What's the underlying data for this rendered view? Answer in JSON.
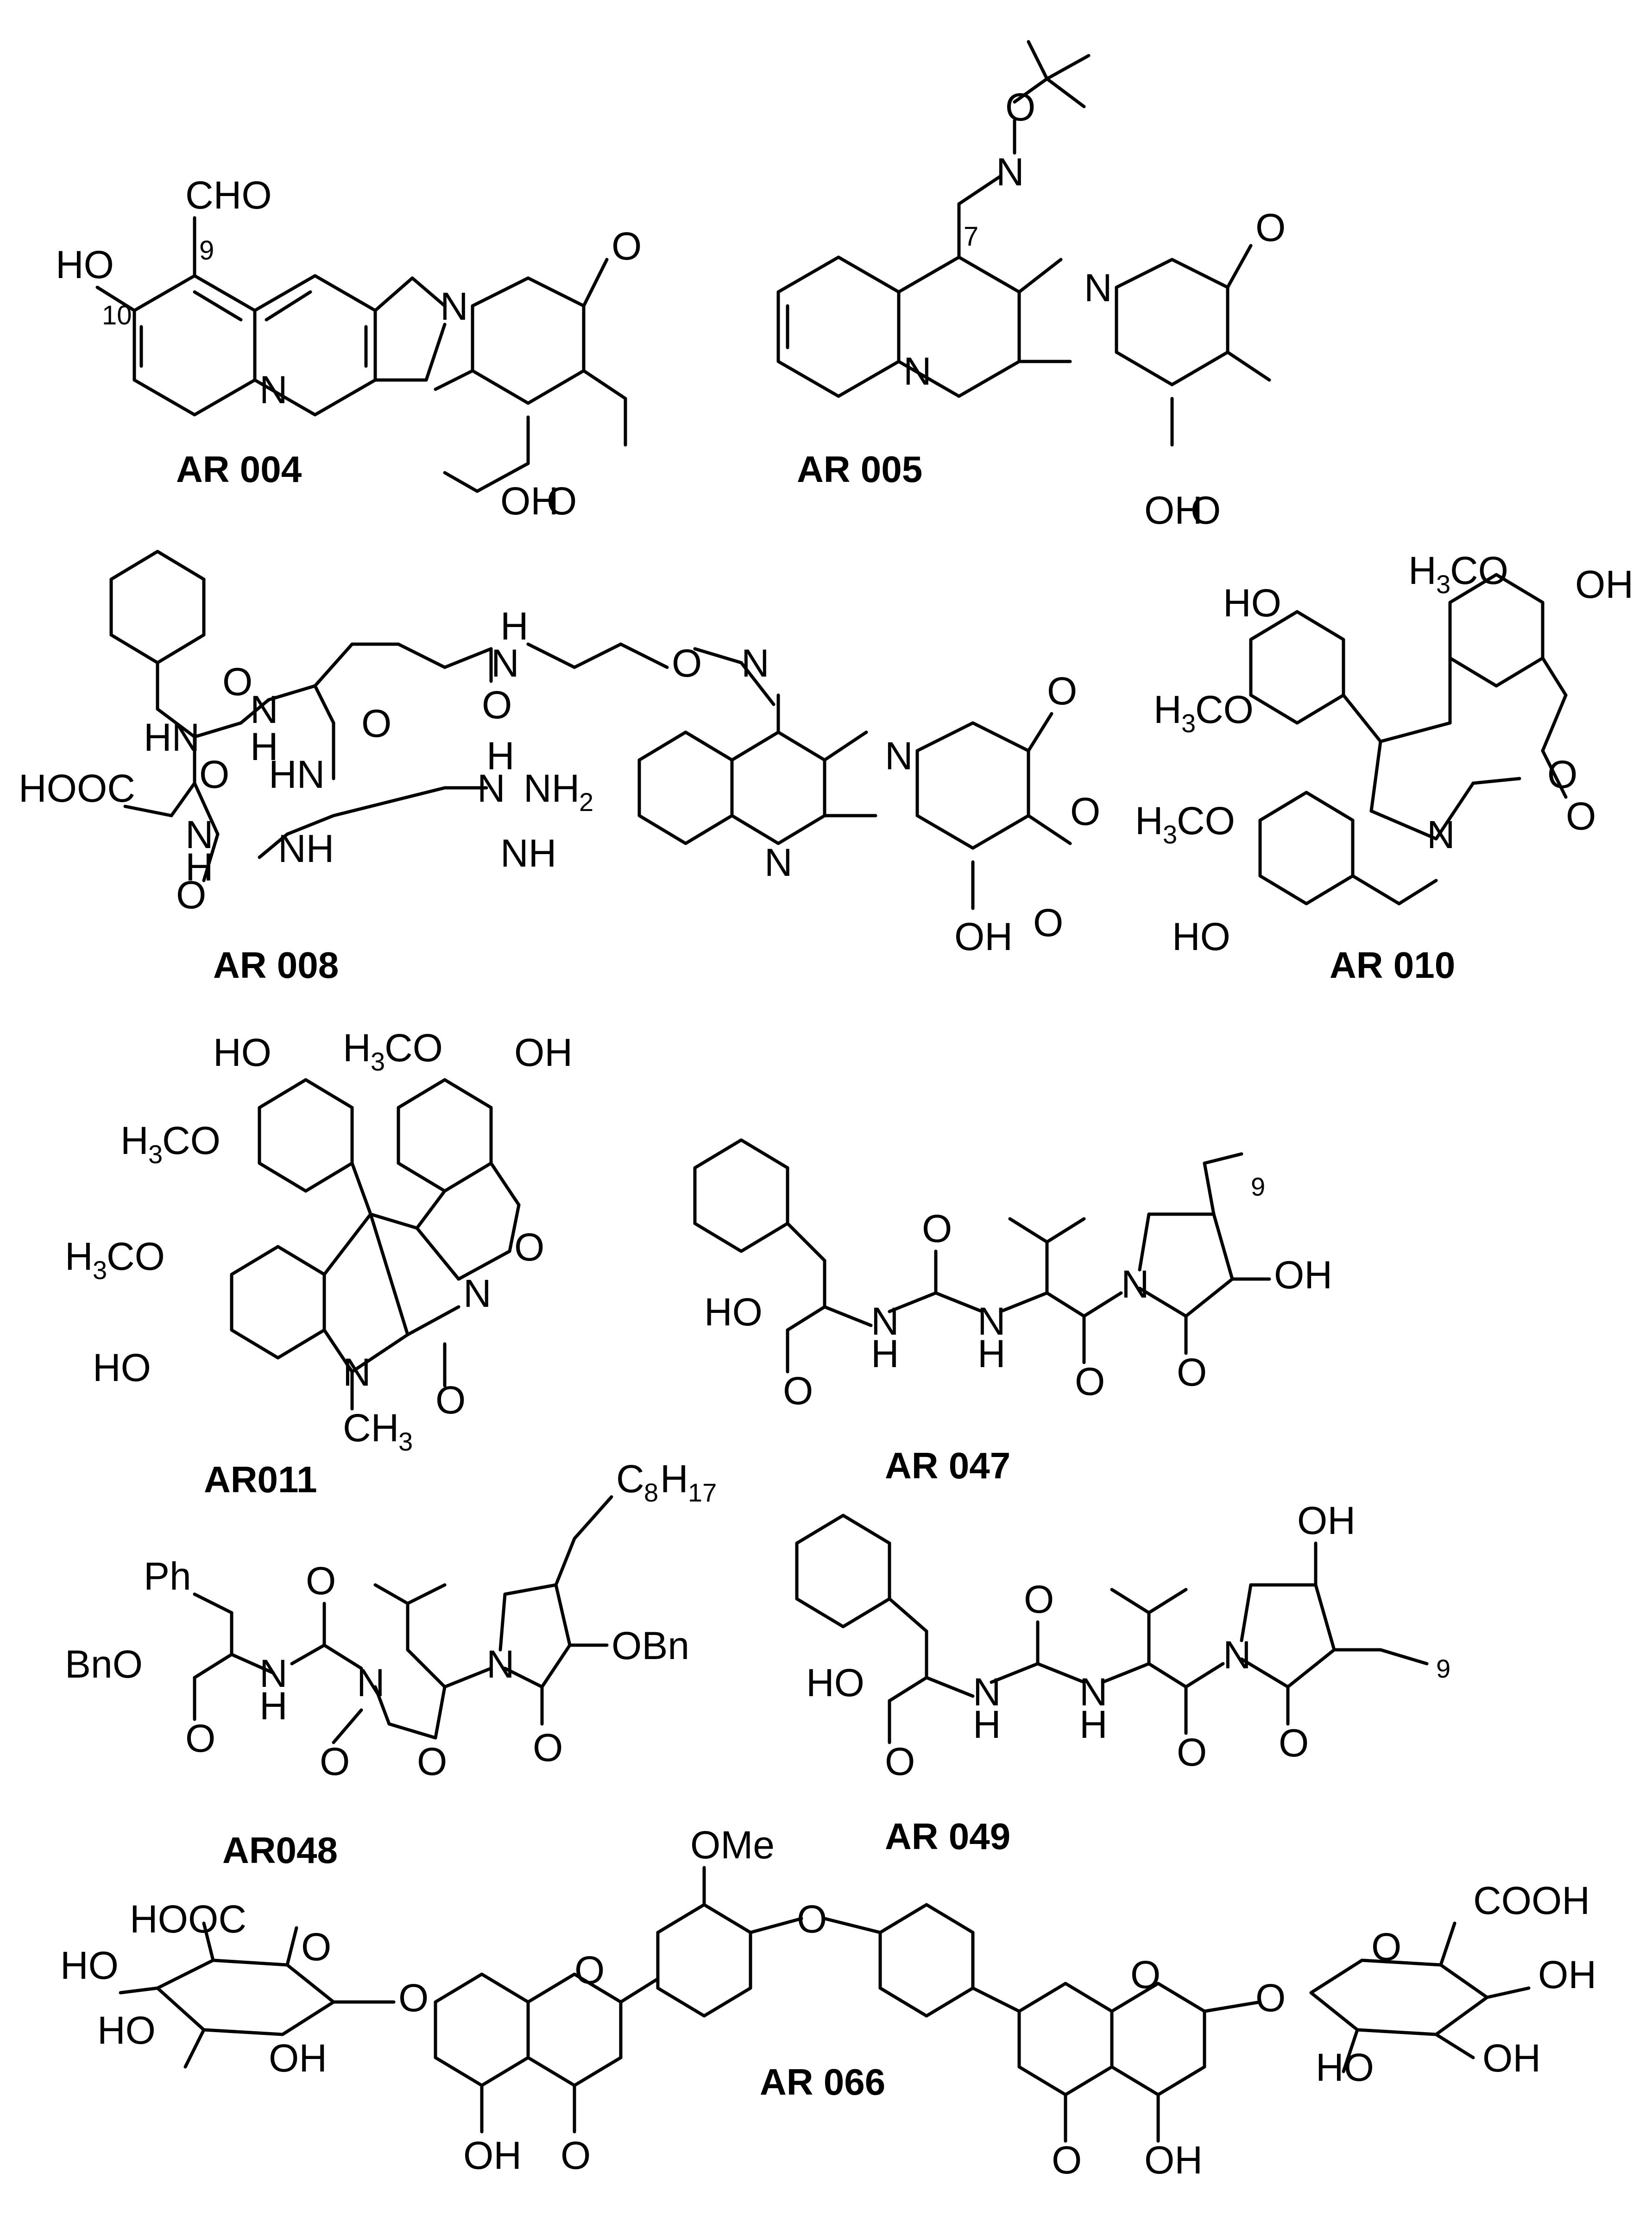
{
  "compounds": [
    {
      "caption": "AR 004"
    },
    {
      "caption": "AR 005"
    },
    {
      "caption": "AR 008"
    },
    {
      "caption": "AR 010"
    },
    {
      "caption": "AR011"
    },
    {
      "caption": "AR 047"
    },
    {
      "caption": "AR048"
    },
    {
      "caption": "AR 049"
    },
    {
      "caption": "AR 066"
    }
  ],
  "atoms": {
    "cho": "CHO",
    "ho": "HO",
    "oh": "OH",
    "n": "N",
    "o": "O",
    "nine": "9",
    "ten": "10",
    "seven": "7",
    "h": "H",
    "nh": "NH",
    "hn": "HN",
    "hooc": "HOOC",
    "cooh": "COOH",
    "nh2": "NH",
    "two": "2",
    "h3co": "H",
    "three": "3",
    "co": "CO",
    "ch": "CH",
    "c": "C",
    "eight": "8",
    "seventeen": "17",
    "ph": "Ph",
    "bno": "BnO",
    "obn": "OBn",
    "ome": "OMe",
    "ho_": "HO"
  }
}
